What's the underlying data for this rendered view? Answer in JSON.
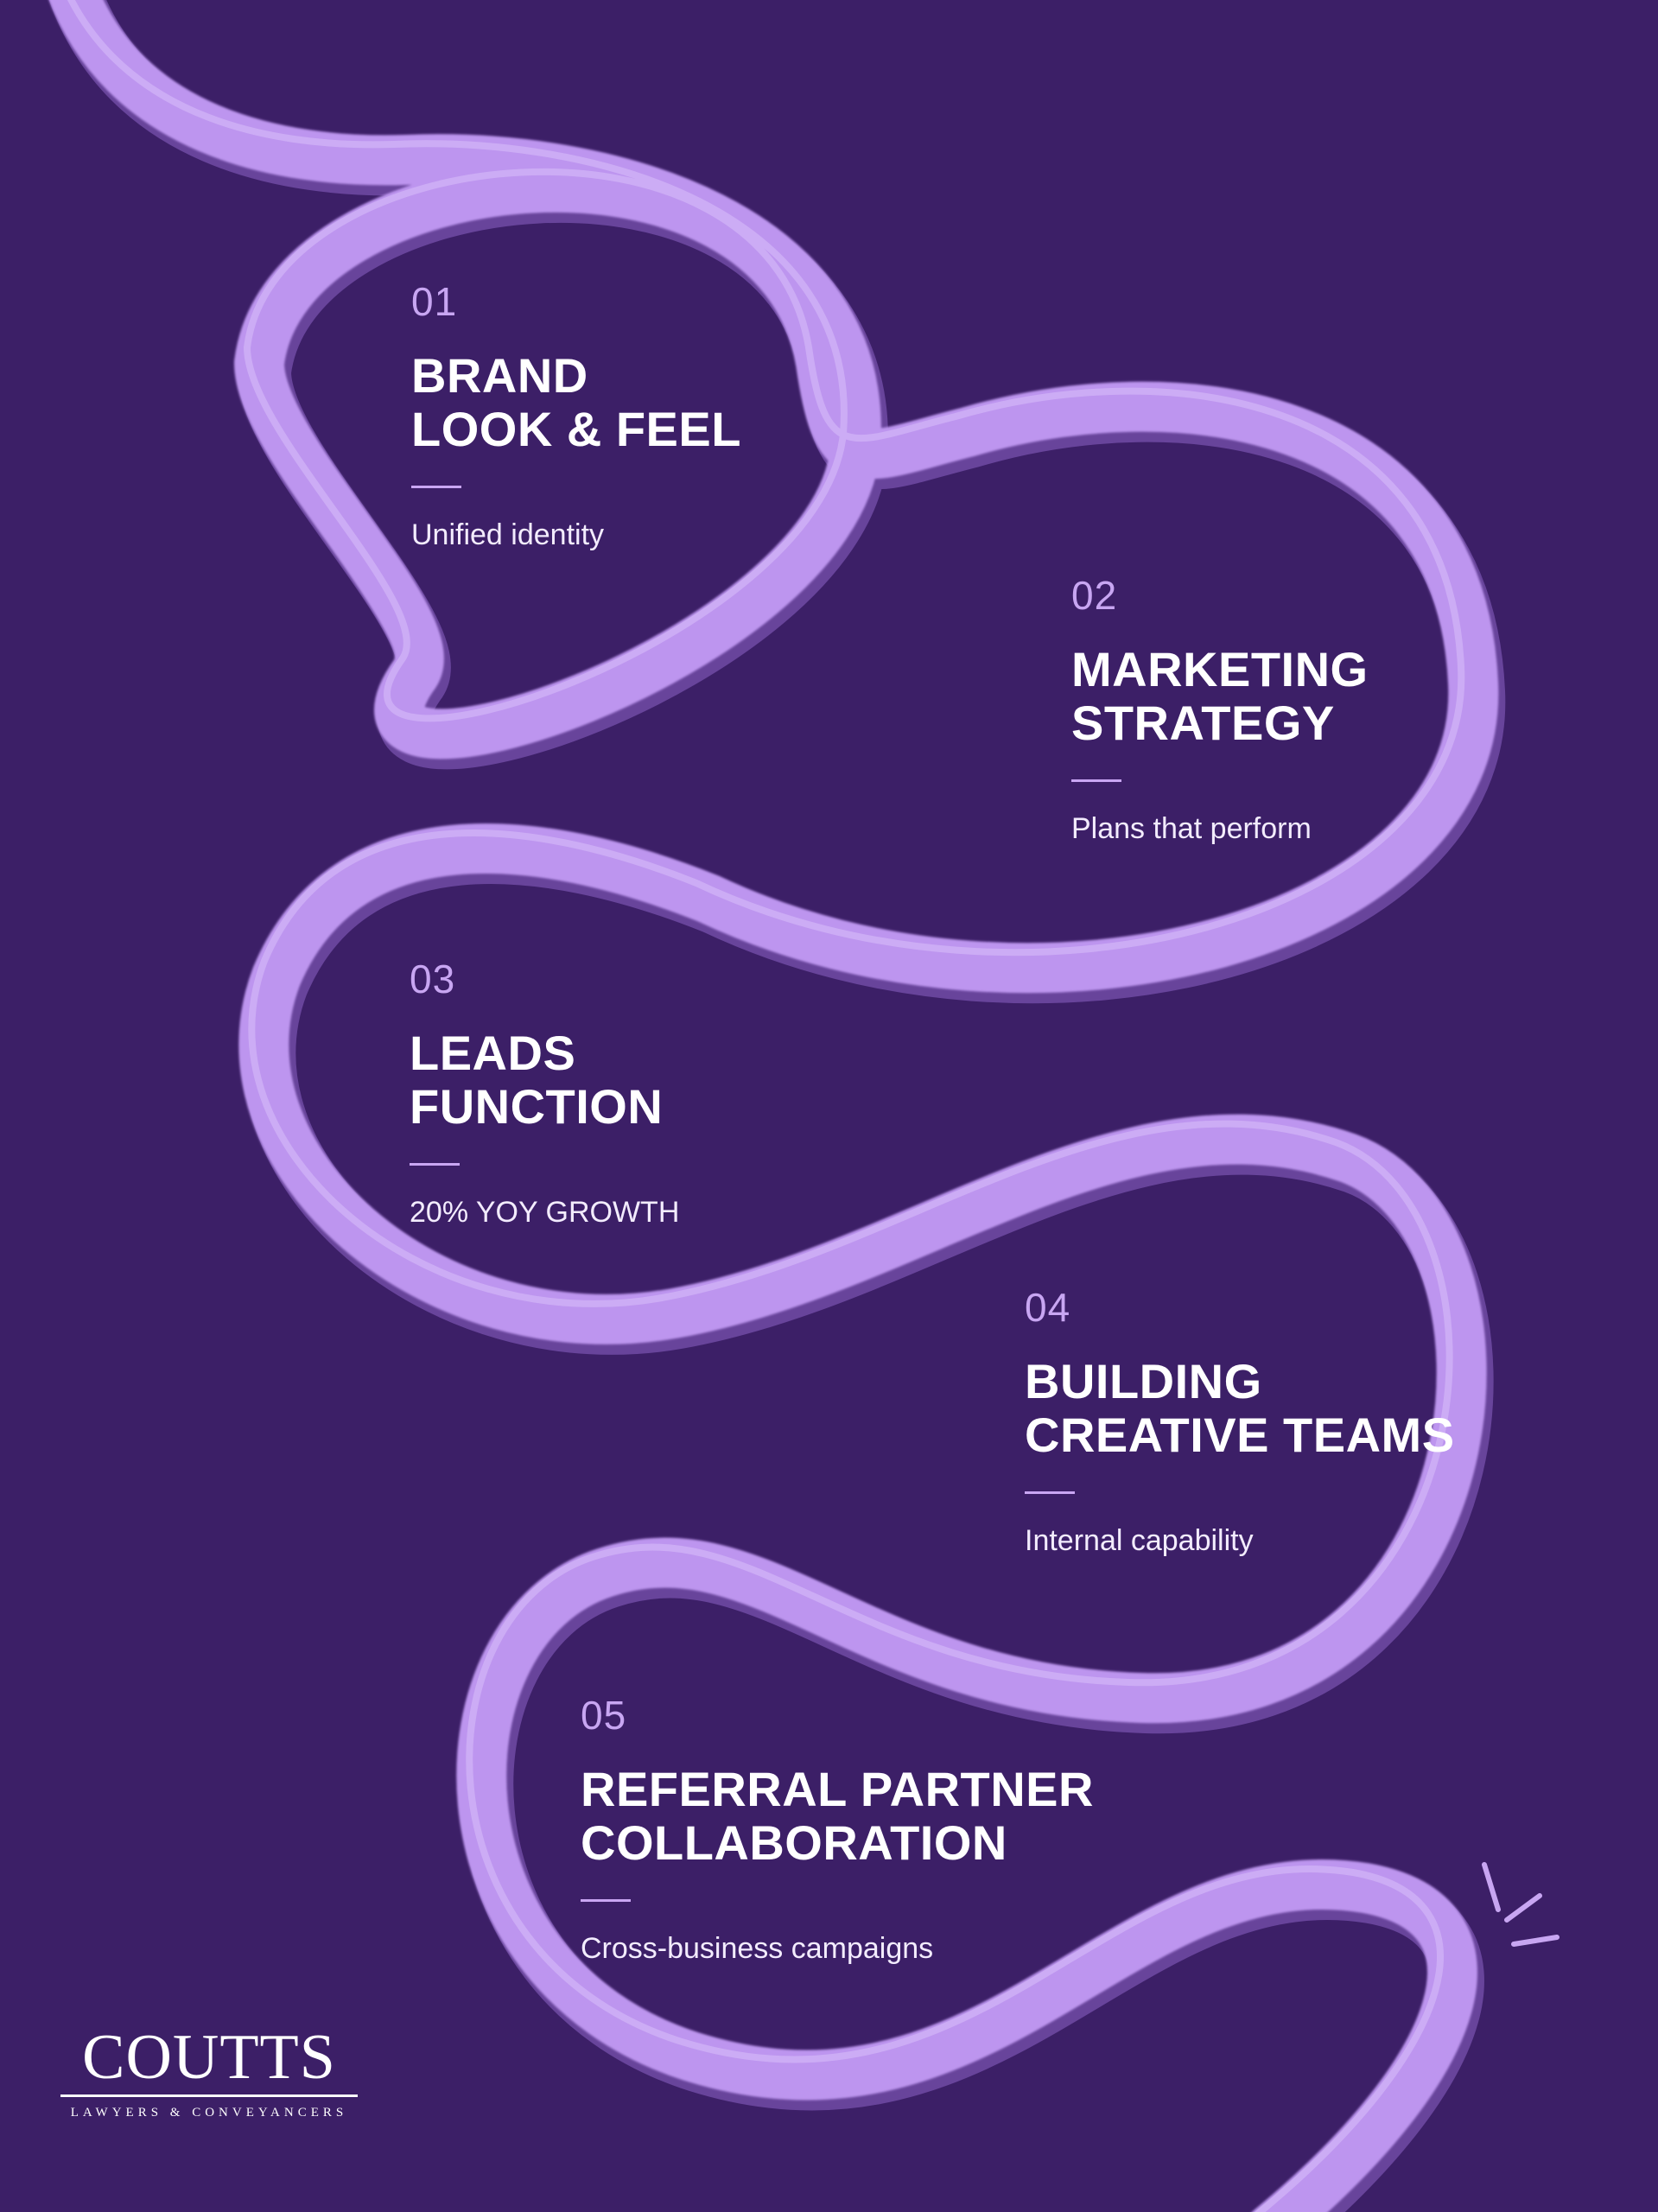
{
  "colors": {
    "background": "#3c1f67",
    "ribbon": "#bd95ef",
    "ribbon_shadow": "#9d70dc",
    "number_accent": "#c8a6f2",
    "text": "#ffffff"
  },
  "steps": [
    {
      "number": "01",
      "title_line1": "BRAND",
      "title_line2": "LOOK & FEEL",
      "subtitle": "Unified identity"
    },
    {
      "number": "02",
      "title_line1": "MARKETING",
      "title_line2": "STRATEGY",
      "subtitle": "Plans that perform"
    },
    {
      "number": "03",
      "title_line1": "LEADS",
      "title_line2": "FUNCTION",
      "subtitle": "20% YOY GROWTH"
    },
    {
      "number": "04",
      "title_line1": "BUILDING",
      "title_line2": "CREATIVE TEAMS",
      "subtitle": "Internal capability"
    },
    {
      "number": "05",
      "title_line1": "REFERRAL PARTNER",
      "title_line2": "COLLABORATION",
      "subtitle": "Cross-business campaigns"
    }
  ],
  "brand": {
    "name": "COUTTS",
    "tagline": "LAWYERS & CONVEYANCERS"
  },
  "icons": {
    "ribbon": "ribbon-path-graphic",
    "sparkle": "sparkle-lines-icon"
  }
}
